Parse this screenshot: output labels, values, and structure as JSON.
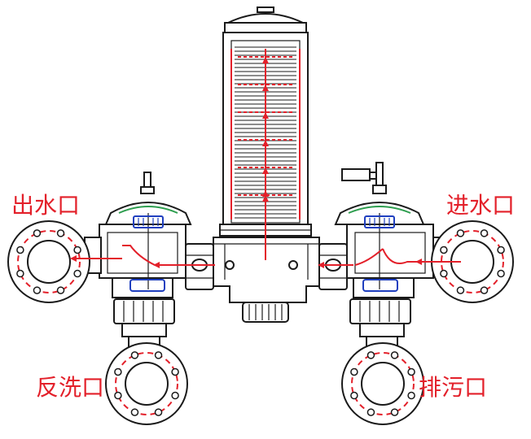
{
  "labels": {
    "outlet": "出水口",
    "inlet": "进水口",
    "backwash": "反洗口",
    "drain": "排污口"
  },
  "colors": {
    "line": "#1a1a1a",
    "flow": "#e3202a",
    "seal": "#1f3fbf",
    "label": "#e3202a",
    "diaphragm": "#2e9e4f"
  },
  "icons": {
    "flow": "red-arrow",
    "flange": "bolted-circle-flange",
    "valve": "hydraulic-diaphragm-valve",
    "filter": "cartridge-filter"
  }
}
